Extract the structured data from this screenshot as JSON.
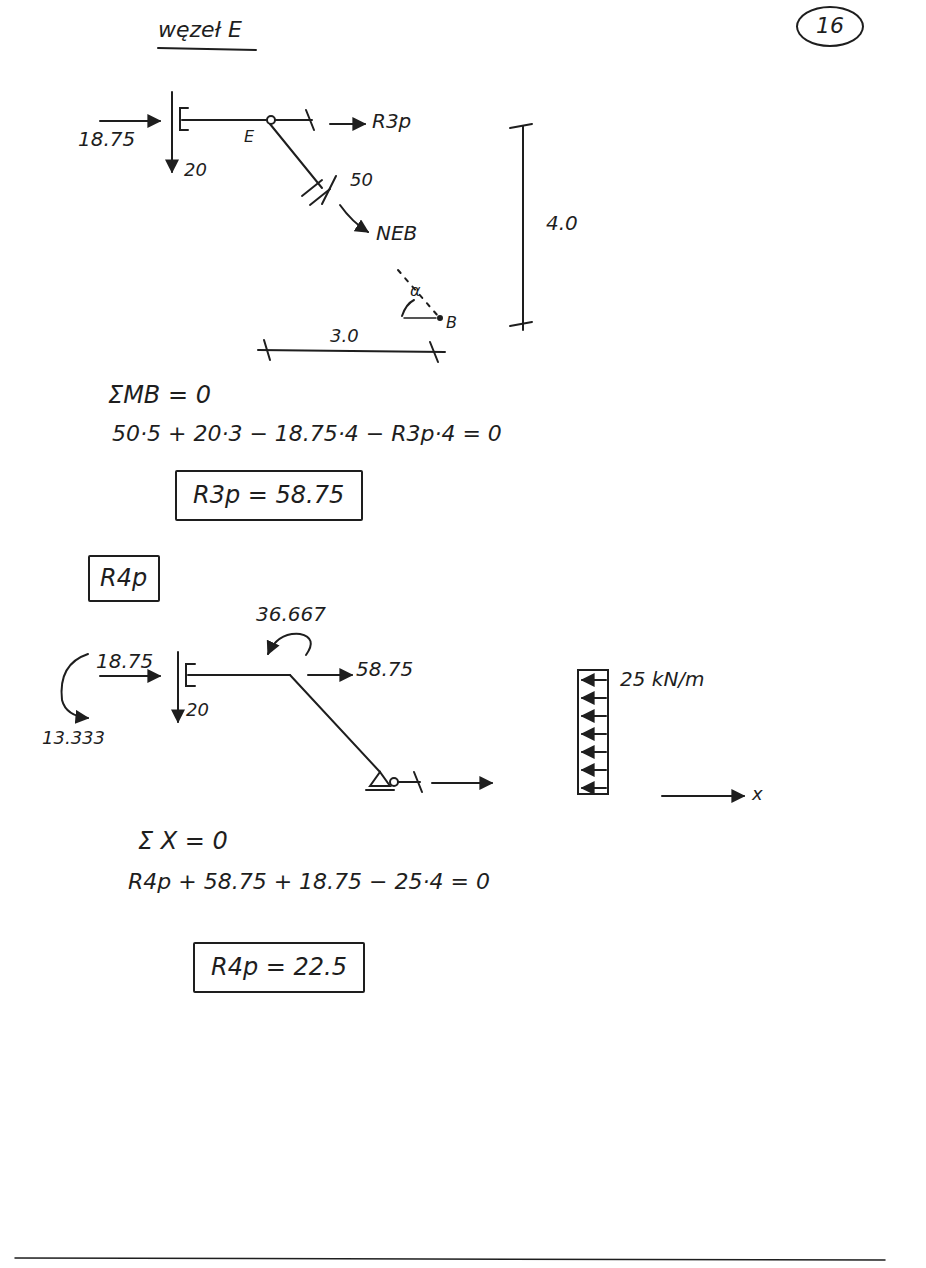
{
  "diagram": {
    "nodes": [
      {
        "text": [
          "16"
        ]
      },
      {
        "text": [
          "R3p = 58.75"
        ]
      },
      {
        "text": [
          "R4p"
        ]
      },
      {
        "text": [
          "R4p = 22.5"
        ]
      }
    ],
    "labels": [
      "węzeł E",
      "18.75",
      "20",
      "E",
      "R3p",
      "50",
      "NEB",
      "4.0",
      "α",
      "B",
      "3.0",
      "ΣMB = 0",
      "50·5 + 20·3 − 18.75·4 − R3p·4 = 0",
      "36.667",
      "58.75",
      "18.75",
      "25 kN/m",
      "20",
      "13.333",
      "x",
      "Σ X = 0",
      "R4p + 58.75 + 18.75 − 25·4 = 0"
    ]
  }
}
